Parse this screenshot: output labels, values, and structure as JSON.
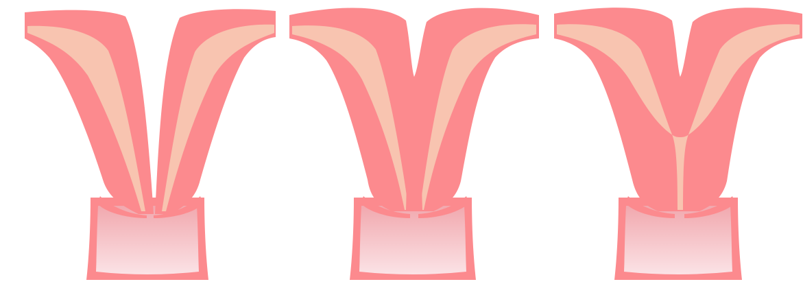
{
  "figure": {
    "panels": [
      {
        "id": "panel-1",
        "variant": "separate-horns"
      },
      {
        "id": "panel-2",
        "variant": "septate-partial-fused"
      },
      {
        "id": "panel-3",
        "variant": "y-shaped-fused"
      }
    ],
    "colors": {
      "wall": "#fc8a8e",
      "wall_edge": "#f97b80",
      "lining": "#f8c4b0",
      "lining_light": "#fad4c4",
      "canal_top": "#f1a8ae",
      "canal_bottom": "#fbe3e6",
      "background": "#ffffff"
    }
  }
}
